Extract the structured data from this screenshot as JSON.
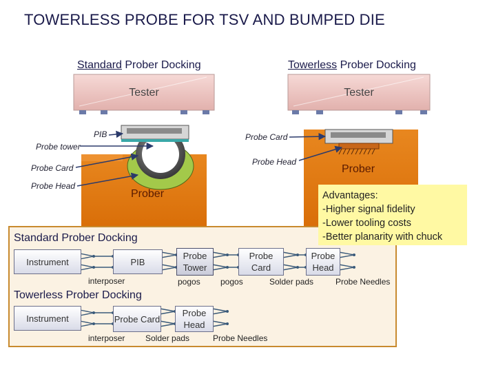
{
  "title": "TOWERLESS PROBE FOR TSV AND BUMPED DIE",
  "left_diagram": {
    "heading_underlined": "Standard",
    "heading_rest": " Prober Docking",
    "tester": "Tester",
    "labels": {
      "pib": "PIB",
      "probe_tower": "Probe tower",
      "probe_card": "Probe Card",
      "probe_head": "Probe Head",
      "prober": "Prober"
    }
  },
  "right_diagram": {
    "heading_underlined": "Towerless",
    "heading_rest": " Prober Docking",
    "tester": "Tester",
    "labels": {
      "probe_card": "Probe Card",
      "probe_head": "Probe Head",
      "prober": "Prober"
    }
  },
  "advantages": [
    "Advantages:",
    "-Higher signal fidelity",
    "-Lower tooling costs",
    "-Better planarity with chuck"
  ],
  "standard_chain": {
    "title": "Standard Prober Docking",
    "instrument": "Instrument",
    "pib": "PIB",
    "probe_tower": "Probe Tower",
    "probe_card": "Probe Card",
    "probe_head": "Probe Head",
    "interposer": "interposer",
    "pogos_1": "pogos",
    "pogos_2": "pogos",
    "solder_pads": "Solder pads",
    "probe_needles": "Probe Needles"
  },
  "towerless_chain": {
    "title": "Towerless Prober Docking",
    "instrument": "Instrument",
    "probe_card": "Probe Card",
    "probe_head": "Probe Head",
    "interposer": "interposer",
    "solder_pads": "Solder pads",
    "probe_needles": "Probe Needles"
  },
  "colors": {
    "tester": "#e8bcb8",
    "prober": "#e07a12",
    "panel_border": "#c88a2e",
    "advantages_bg": "#fff9a3",
    "arrow": "#2b3a6b"
  }
}
